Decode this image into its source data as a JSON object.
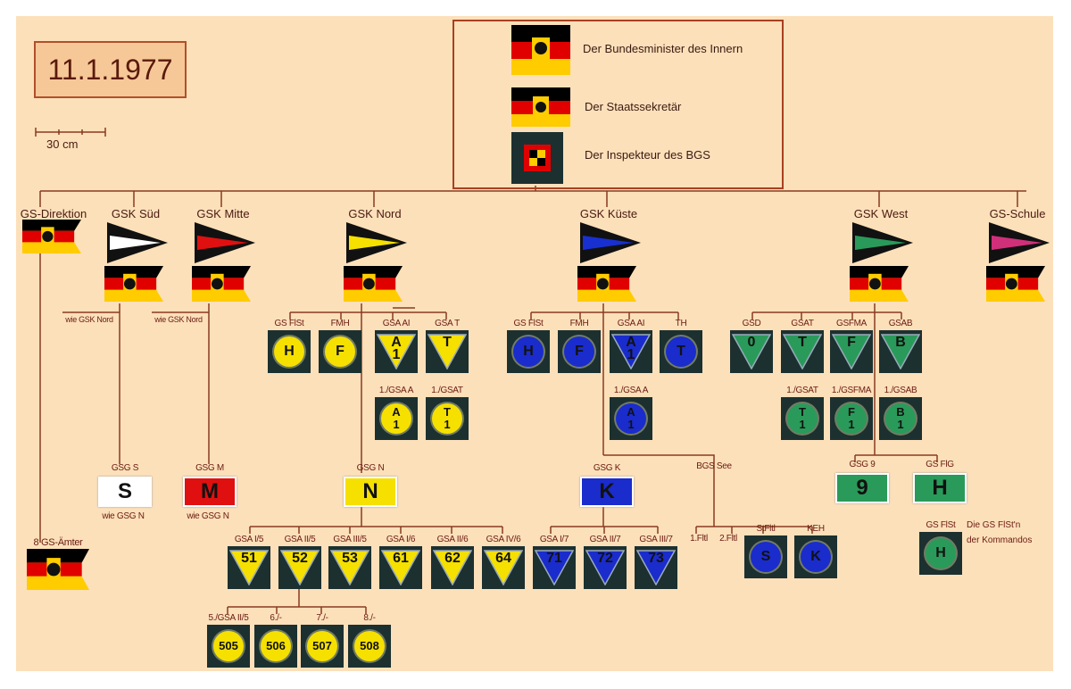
{
  "date": "11.1.1977",
  "scale_label": "30 cm",
  "line_color": "#8a3a20",
  "leadership": [
    {
      "label": "Der Bundesminister des Innern",
      "icon": "federal-flag-icon"
    },
    {
      "label": "Der Staatssekretär",
      "icon": "federal-flag-icon"
    },
    {
      "label": "Der Inspekteur des BGS",
      "icon": "inspector-flag-icon"
    }
  ],
  "commands": [
    {
      "label": "GS-Direktion",
      "band": "#000000"
    },
    {
      "label": "GSK Süd",
      "band": "#ffffff"
    },
    {
      "label": "GSK Mitte",
      "band": "#e01010"
    },
    {
      "label": "GSK Nord",
      "band": "#f5e000"
    },
    {
      "label": "GSK Küste",
      "band": "#1830d0"
    },
    {
      "label": "GSK West",
      "band": "#2a9a5a"
    },
    {
      "label": "GS-Schule",
      "band": "#d0307a"
    }
  ],
  "notes": {
    "sued_wie_nord": "wie GSK Nord",
    "mitte_wie_nord": "wie GSK Nord",
    "gsgs_wie": "wie GSG N",
    "gsgm_wie": "wie GSG N",
    "bgs_see": "BGS See",
    "fltl1": "1.Fltl",
    "fltl2": "2.Fltl",
    "aemter": "8 GS-Ämter",
    "kommandos1": "Die GS FlSt'n",
    "kommandos2": "der Kommandos"
  },
  "colors": {
    "yellow": "#f5e000",
    "blue": "#1a2ccc",
    "green": "#2a9a5a",
    "white": "#ffffff",
    "red": "#e01010"
  },
  "units": [
    {
      "label": "GS FlSt",
      "sym": "H",
      "shape": "circle",
      "color": "yellow"
    },
    {
      "label": "FMH",
      "sym": "F",
      "shape": "circle",
      "color": "yellow"
    },
    {
      "label": "GSA AI",
      "sym": "A\n1",
      "shape": "triangle",
      "color": "yellow"
    },
    {
      "label": "GSA T",
      "sym": "T",
      "shape": "triangle",
      "color": "yellow"
    },
    {
      "label": "1./GSA A",
      "sym": "A\n1",
      "shape": "circle",
      "color": "yellow"
    },
    {
      "label": "1./GSAT",
      "sym": "T\n1",
      "shape": "circle",
      "color": "yellow"
    },
    {
      "label": "GS FlSt",
      "sym": "H",
      "shape": "circle",
      "color": "blue"
    },
    {
      "label": "FMH",
      "sym": "F",
      "shape": "circle",
      "color": "blue"
    },
    {
      "label": "GSA AI",
      "sym": "A\n1",
      "shape": "triangle",
      "color": "blue"
    },
    {
      "label": "TH",
      "sym": "T",
      "shape": "circle",
      "color": "blue"
    },
    {
      "label": "1./GSA A",
      "sym": "A\n1",
      "shape": "circle",
      "color": "blue"
    },
    {
      "label": "GSD",
      "sym": "0",
      "shape": "triangle",
      "color": "green"
    },
    {
      "label": "GSAT",
      "sym": "T",
      "shape": "triangle",
      "color": "green"
    },
    {
      "label": "GSFMA",
      "sym": "F",
      "shape": "triangle",
      "color": "green"
    },
    {
      "label": "GSAB",
      "sym": "B",
      "shape": "triangle",
      "color": "green"
    },
    {
      "label": "1./GSAT",
      "sym": "T\n1",
      "shape": "circle",
      "color": "green"
    },
    {
      "label": "1./GSFMA",
      "sym": "F\n1",
      "shape": "circle",
      "color": "green"
    },
    {
      "label": "1./GSAB",
      "sym": "B\n1",
      "shape": "circle",
      "color": "green"
    },
    {
      "label": "GSG S",
      "sym": "S",
      "shape": "rect",
      "color": "white"
    },
    {
      "label": "GSG M",
      "sym": "M",
      "shape": "rect",
      "color": "red"
    },
    {
      "label": "GSG N",
      "sym": "N",
      "shape": "rect",
      "color": "yellow"
    },
    {
      "label": "GSG K",
      "sym": "K",
      "shape": "rect",
      "color": "blue"
    },
    {
      "label": "GSG 9",
      "sym": "9",
      "shape": "rect",
      "color": "green"
    },
    {
      "label": "GS FlG",
      "sym": "H",
      "shape": "rect",
      "color": "green"
    },
    {
      "label": "GSA I/5",
      "sym": "51",
      "shape": "triangle",
      "color": "yellow"
    },
    {
      "label": "GSA II/5",
      "sym": "52",
      "shape": "triangle",
      "color": "yellow"
    },
    {
      "label": "GSA III/5",
      "sym": "53",
      "shape": "triangle",
      "color": "yellow"
    },
    {
      "label": "GSA I/6",
      "sym": "61",
      "shape": "triangle",
      "color": "yellow"
    },
    {
      "label": "GSA II/6",
      "sym": "62",
      "shape": "triangle",
      "color": "yellow"
    },
    {
      "label": "GSA IV/6",
      "sym": "64",
      "shape": "triangle",
      "color": "yellow"
    },
    {
      "label": "GSA I/7",
      "sym": "71",
      "shape": "triangle",
      "color": "blue"
    },
    {
      "label": "GSA II/7",
      "sym": "72",
      "shape": "triangle",
      "color": "blue"
    },
    {
      "label": "GSA III/7",
      "sym": "73",
      "shape": "triangle",
      "color": "blue"
    },
    {
      "label": "StFltl",
      "sym": "S",
      "shape": "circle",
      "color": "blue"
    },
    {
      "label": "KEH",
      "sym": "K",
      "shape": "circle",
      "color": "blue"
    },
    {
      "label": "GS FlSt",
      "sym": "H",
      "shape": "circle",
      "color": "green"
    },
    {
      "label": "5./GSA II/5",
      "sym": "505",
      "shape": "circle",
      "color": "yellow"
    },
    {
      "label": "6./-",
      "sym": "506",
      "shape": "circle",
      "color": "yellow"
    },
    {
      "label": "7./-",
      "sym": "507",
      "shape": "circle",
      "color": "yellow"
    },
    {
      "label": "8./-",
      "sym": "508",
      "shape": "circle",
      "color": "yellow"
    }
  ]
}
